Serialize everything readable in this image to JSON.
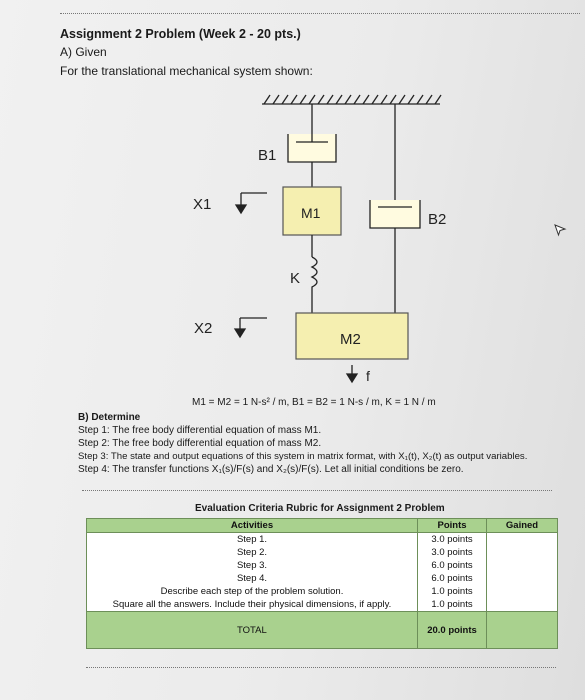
{
  "header": {
    "title": "Assignment 2 Problem (Week 2 - 20 pts.)",
    "section_a": "A) Given",
    "intro": "For the translational mechanical system shown:"
  },
  "diagram": {
    "label_b1": "B1",
    "label_m1": "M1",
    "label_b2": "B2",
    "label_k": "K",
    "label_m2": "M2",
    "label_x1": "X1",
    "label_x2": "X2",
    "label_f": "f",
    "params": "M1 = M2 = 1 N-s² / m, B1 = B2 = 1 N-s / m, K = 1 N / m"
  },
  "determine": {
    "heading": "B) Determine",
    "step1": "Step 1: The free body differential equation of mass M1.",
    "step2": "Step 2: The free body differential equation of mass M2.",
    "step3": "Step 3: The state and output equations of this system in matrix format, with X₁(t), X₂(t) as output variables.",
    "step4": "Step 4: The transfer functions X₁(s)/F(s) and X₂(s)/F(s).  Let all initial conditions be zero."
  },
  "rubric": {
    "title": "Evaluation Criteria Rubric for Assignment 2 Problem",
    "col_activities": "Activities",
    "col_points": "Points",
    "col_gained": "Gained",
    "rows": [
      {
        "activity": "Step 1.",
        "points": "3.0 points"
      },
      {
        "activity": "Step 2.",
        "points": "3.0 points"
      },
      {
        "activity": "Step 3.",
        "points": "6.0 points"
      },
      {
        "activity": "Step 4.",
        "points": "6.0 points"
      },
      {
        "activity": "Describe each step of the problem solution.",
        "points": "1.0 points"
      },
      {
        "activity": "Square all the answers. Include their physical dimensions, if apply.",
        "points": "1.0 points"
      }
    ],
    "total_label": "TOTAL",
    "total_points": "20.0 points"
  }
}
